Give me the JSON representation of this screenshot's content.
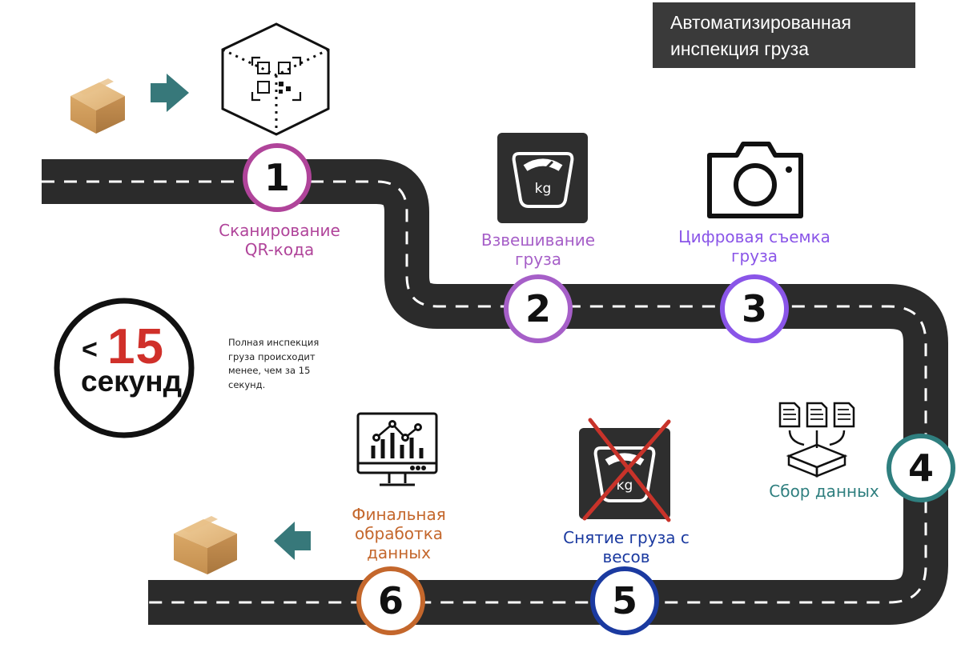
{
  "title": {
    "line1": "Автоматизированная",
    "line2": "инспекция груза"
  },
  "steps": [
    {
      "number": "1",
      "label_line1": "Сканирование",
      "label_line2": "QR-кода",
      "color": "#b0449a"
    },
    {
      "number": "2",
      "label_line1": "Взвешивание",
      "label_line2": "груза",
      "color": "#a65fc8"
    },
    {
      "number": "3",
      "label_line1": "Цифровая съемка",
      "label_line2": "груза",
      "color": "#8a55e8"
    },
    {
      "number": "4",
      "label_line1": "Сбор данных",
      "label_line2": "",
      "color": "#2f7f7f"
    },
    {
      "number": "5",
      "label_line1": "Снятие груза с",
      "label_line2": "весов",
      "color": "#1b3aa0"
    },
    {
      "number": "6",
      "label_line1": "Финальная",
      "label_line2": "обработка",
      "label_line3": "данных",
      "color": "#c4672c"
    }
  ],
  "timer": {
    "less_than": "<",
    "value": "15",
    "unit": "секунд",
    "accent_color": "#d0302a"
  },
  "note": "Полная инспекция груза происходит менее, чем за 15 секунд.",
  "icons": {
    "scale_weight_label": "kg",
    "scale_removed_label": "kg"
  },
  "colors": {
    "road": "#2b2b2b",
    "arrow": "#37787a",
    "cross": "#c8332a",
    "title_bg": "#3a3a3a"
  }
}
